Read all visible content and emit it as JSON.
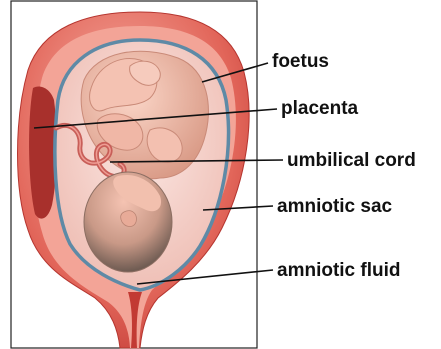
{
  "labels": {
    "foetus": "foetus",
    "placenta": "placenta",
    "umbilical_cord": "umbilical cord",
    "amniotic_sac": "amniotic sac",
    "amniotic_fluid": "amniotic fluid"
  },
  "colors": {
    "uterus_wall": "#d9534a",
    "uterus_inner": "#f2a89e",
    "placenta": "#b63a34",
    "amniotic_sac": "#5e8aa6",
    "amniotic_fluid": "#f7d8d2",
    "foetus_skin": "#f1b8a7",
    "foetus_shadow": "#d38f7c",
    "head_hair": "#6a5950",
    "umbilical_cord": "#c85e58",
    "leader_line": "#111111"
  }
}
